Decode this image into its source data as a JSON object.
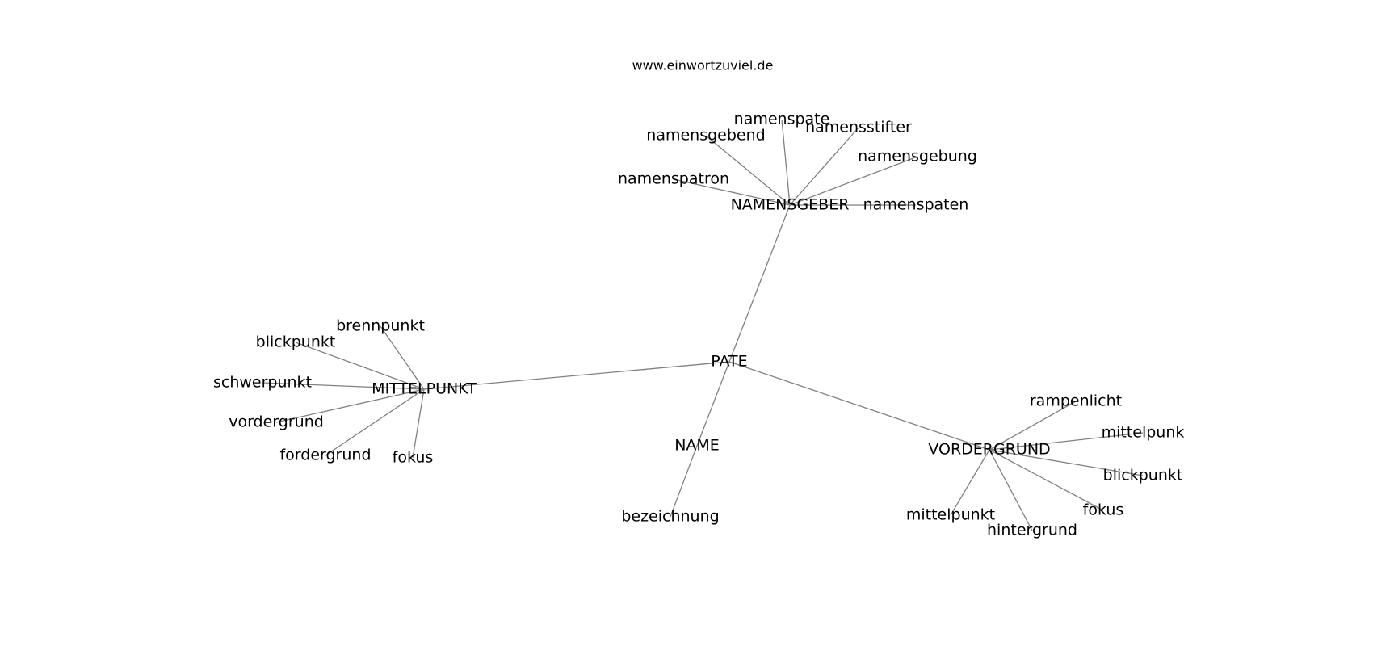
{
  "watermark": "www.einwortzuviel.de",
  "nodes": [
    {
      "id": "pate",
      "label": "PATE"
    },
    {
      "id": "name",
      "label": "NAME"
    },
    {
      "id": "bezeichnung",
      "label": "bezeichnung"
    },
    {
      "id": "namensgeber",
      "label": "NAMENSGEBER"
    },
    {
      "id": "namenspate",
      "label": "namenspate"
    },
    {
      "id": "namensgebend",
      "label": "namensgebend"
    },
    {
      "id": "namensstifter",
      "label": "namensstifter"
    },
    {
      "id": "namensgebung",
      "label": "namensgebung"
    },
    {
      "id": "namenspatron",
      "label": "namenspatron"
    },
    {
      "id": "namenspaten",
      "label": "namenspaten"
    },
    {
      "id": "mittelpunkt_hub",
      "label": "MITTELPUNKT"
    },
    {
      "id": "brennpunkt",
      "label": "brennpunkt"
    },
    {
      "id": "blickpunkt_m",
      "label": "blickpunkt"
    },
    {
      "id": "schwerpunkt",
      "label": "schwerpunkt"
    },
    {
      "id": "vordergrund_m",
      "label": "vordergrund"
    },
    {
      "id": "fordergrund",
      "label": "fordergrund"
    },
    {
      "id": "fokus_m",
      "label": "fokus"
    },
    {
      "id": "vordergrund_hub",
      "label": "VORDERGRUND"
    },
    {
      "id": "rampenlicht",
      "label": "rampenlicht"
    },
    {
      "id": "mittelpunk",
      "label": "mittelpunk"
    },
    {
      "id": "blickpunkt_v",
      "label": "blickpunkt"
    },
    {
      "id": "fokus_v",
      "label": "fokus"
    },
    {
      "id": "hintergrund",
      "label": "hintergrund"
    },
    {
      "id": "mittelpunkt_v",
      "label": "mittelpunkt"
    }
  ],
  "edges": [
    [
      "pate",
      "name"
    ],
    [
      "name",
      "bezeichnung"
    ],
    [
      "pate",
      "namensgeber"
    ],
    [
      "pate",
      "mittelpunkt_hub"
    ],
    [
      "pate",
      "vordergrund_hub"
    ],
    [
      "namensgeber",
      "namenspate"
    ],
    [
      "namensgeber",
      "namensgebend"
    ],
    [
      "namensgeber",
      "namensstifter"
    ],
    [
      "namensgeber",
      "namensgebung"
    ],
    [
      "namensgeber",
      "namenspatron"
    ],
    [
      "namensgeber",
      "namenspaten"
    ],
    [
      "mittelpunkt_hub",
      "brennpunkt"
    ],
    [
      "mittelpunkt_hub",
      "blickpunkt_m"
    ],
    [
      "mittelpunkt_hub",
      "schwerpunkt"
    ],
    [
      "mittelpunkt_hub",
      "vordergrund_m"
    ],
    [
      "mittelpunkt_hub",
      "fordergrund"
    ],
    [
      "mittelpunkt_hub",
      "fokus_m"
    ],
    [
      "vordergrund_hub",
      "rampenlicht"
    ],
    [
      "vordergrund_hub",
      "mittelpunk"
    ],
    [
      "vordergrund_hub",
      "blickpunkt_v"
    ],
    [
      "vordergrund_hub",
      "fokus_v"
    ],
    [
      "vordergrund_hub",
      "hintergrund"
    ],
    [
      "vordergrund_hub",
      "mittelpunkt_v"
    ]
  ]
}
